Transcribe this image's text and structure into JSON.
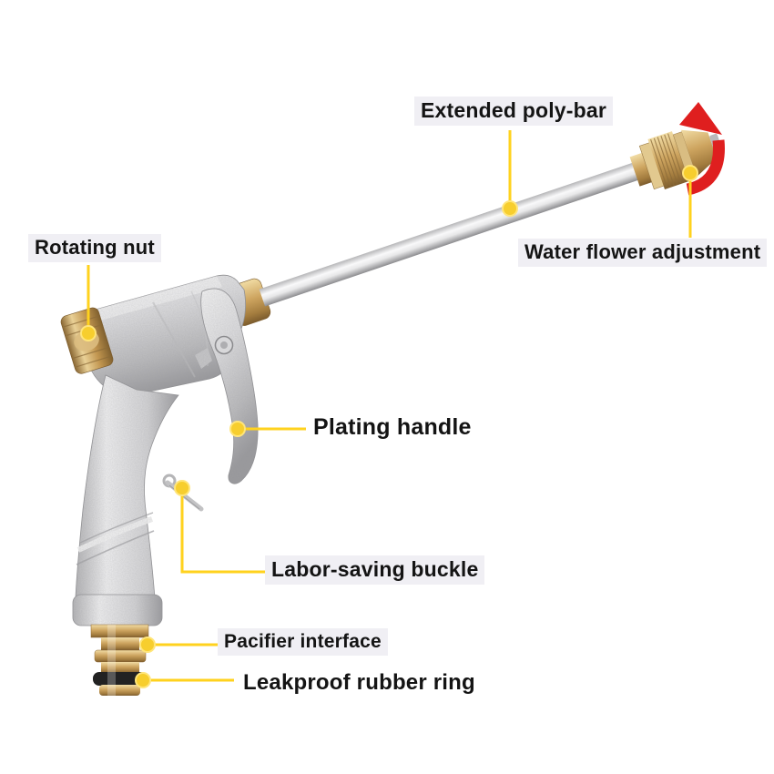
{
  "figure": {
    "kind": "annotated product diagram",
    "subject": "high-pressure metal water spray gun with extension wand"
  },
  "annotations": {
    "extended_poly_bar": "Extended poly-bar",
    "water_flower_adjustment": "Water flower adjustment",
    "rotating_nut": "Rotating nut",
    "plating_handle": "Plating handle",
    "labor_saving_buckle": "Labor-saving buckle",
    "pacifier_interface": "Pacifier interface",
    "leakproof_rubber_ring": "Leakproof rubber ring"
  },
  "icons": {
    "rotation_arrow": "curved-up rotation arrow"
  },
  "colors": {
    "background": "#FFFFFF",
    "label_text": "#141414",
    "label_background": "#F0EFF4",
    "leader_line": "#FFD21E",
    "leader_dot": "#F7CE2E",
    "brass": "#CDA45F",
    "chrome": "#C9C9CB",
    "rotation_arrow": "#DF1F1F",
    "rubber_ring": "#222222"
  }
}
